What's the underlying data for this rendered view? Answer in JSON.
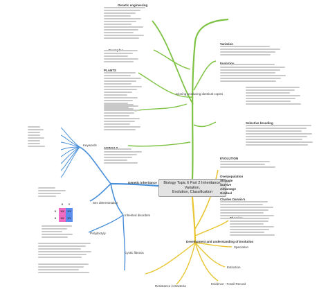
{
  "central_topic": {
    "line1": "Biology Topic 6 Part 2 Inheritance, Variation,",
    "line2": "Evolution, Classification"
  },
  "branches": {
    "inheritance": {
      "label": "Genetic inheritance",
      "color": "#4a90d9"
    },
    "variation": {
      "label": "Variation",
      "color": "#7dc242"
    },
    "cloning": {
      "label": "Cloning producing identical copies",
      "color": "#7dc242"
    },
    "evolution": {
      "label": "Development and understanding of Evolution",
      "color": "#e8c531"
    },
    "keywords": {
      "label": "Keywords"
    },
    "sex_determination": {
      "label": "Sex determination"
    },
    "inherited_disorders": {
      "label": "Inherited disorders"
    },
    "polydactyly": {
      "label": "Polydactyly"
    },
    "cystic_fibrosis": {
      "label": "Cystic fibrosis"
    }
  },
  "notes": {
    "genetic_engineering": "Genetic engineering",
    "selective_breeding": "Selective breeding",
    "plants": "PLANTS",
    "animals": "ANIMALS",
    "examples": "Examples",
    "evolution_word": "EVOLUTION",
    "speciation": "Speciation",
    "extinction": "Extinction",
    "extinction_fossil": "Evidence - Fossil Record",
    "antibiotic": "Resistance in Bacteria",
    "charles_darwin": "Charles Darwin's",
    "theories": "Theories"
  },
  "key_terms": {
    "variation": "Variation",
    "evolution": "Evolution",
    "overpopulation": "Overpopulation",
    "struggle": "Struggle",
    "survive": "Survive",
    "advantage": "Advantage",
    "gradual": "Gradual"
  },
  "punnett": {
    "top": [
      "X",
      "Y"
    ],
    "side": [
      "X",
      "X"
    ],
    "cells": [
      "XX",
      "XY",
      "XX",
      "XY"
    ],
    "female_color": "#f06ac1",
    "male_color": "#5b8def"
  },
  "placeholder_color": "#c9c9c9"
}
